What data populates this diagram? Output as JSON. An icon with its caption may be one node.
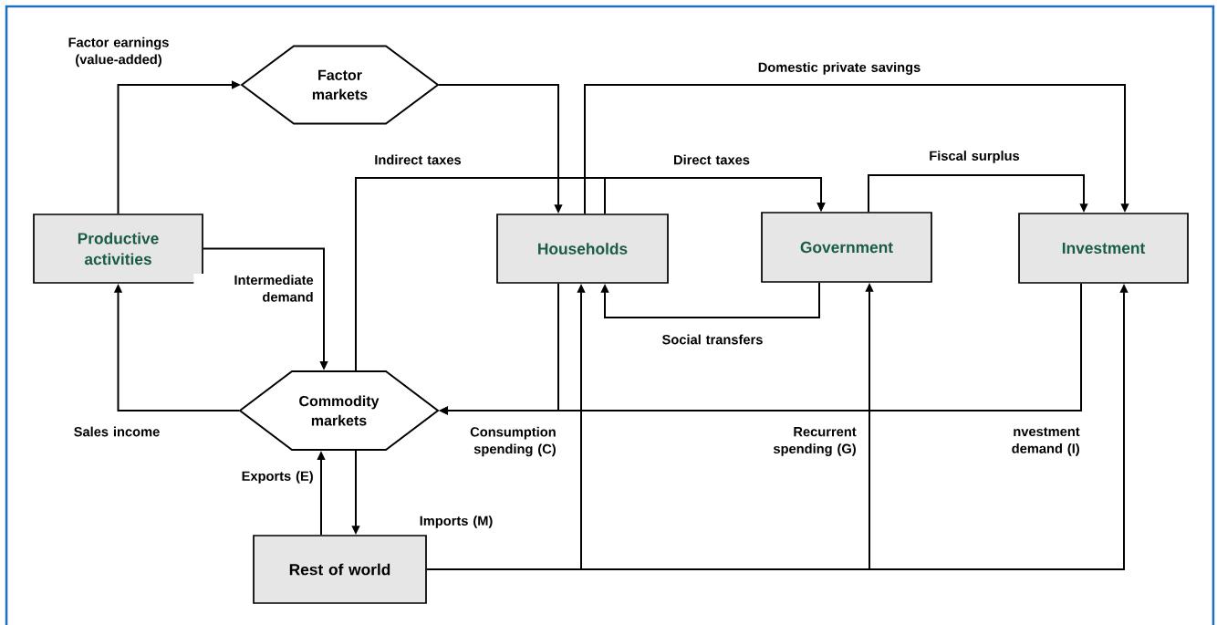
{
  "diagram": {
    "nodes": [
      {
        "text": [
          "Productive activities"
        ]
      },
      {
        "text": [
          "Factor markets"
        ]
      },
      {
        "text": [
          "Households"
        ]
      },
      {
        "text": [
          "Government"
        ]
      },
      {
        "text": [
          "Investment"
        ]
      },
      {
        "text": [
          "Commodity markets"
        ]
      },
      {
        "text": [
          "Rest of world"
        ]
      }
    ],
    "edges": [
      {
        "from": 0,
        "to": 1,
        "arrow": "to",
        "label": "Factor earnings (value-added)"
      },
      {
        "from": 1,
        "to": 2,
        "arrow": "to"
      },
      {
        "from": 2,
        "to": 4,
        "arrow": "to",
        "label": "Domestic private savings"
      },
      {
        "from": 5,
        "to": 3,
        "arrow": "to",
        "label": "Indirect taxes"
      },
      {
        "from": 2,
        "to": 3,
        "arrow": "to",
        "label": "Direct taxes"
      },
      {
        "from": 3,
        "to": 4,
        "arrow": "to",
        "label": "Fiscal surplus"
      },
      {
        "from": 3,
        "to": 2,
        "arrow": "to",
        "label": "Social transfers"
      },
      {
        "from": 0,
        "to": 5,
        "arrow": "to",
        "label": "Intermediate demand"
      },
      {
        "from": 5,
        "to": 0,
        "arrow": "to",
        "label": "Sales income"
      },
      {
        "from": 2,
        "to": 5,
        "arrow": "to",
        "label": "Consumption spending (C)"
      },
      {
        "from": 4,
        "to": 5,
        "arrow": "to",
        "label": "nvestment demand (I)"
      },
      {
        "from": 6,
        "to": 5,
        "arrow": "to",
        "label": "Exports (E)"
      },
      {
        "from": 5,
        "to": 6,
        "arrow": "to",
        "label": "Imports (M)"
      },
      {
        "from": 6,
        "to": 2,
        "arrow": "to"
      },
      {
        "from": 6,
        "to": 3,
        "arrow": "to",
        "label": "Recurrent spending (G)"
      },
      {
        "from": 6,
        "to": 4,
        "arrow": "to"
      }
    ]
  }
}
